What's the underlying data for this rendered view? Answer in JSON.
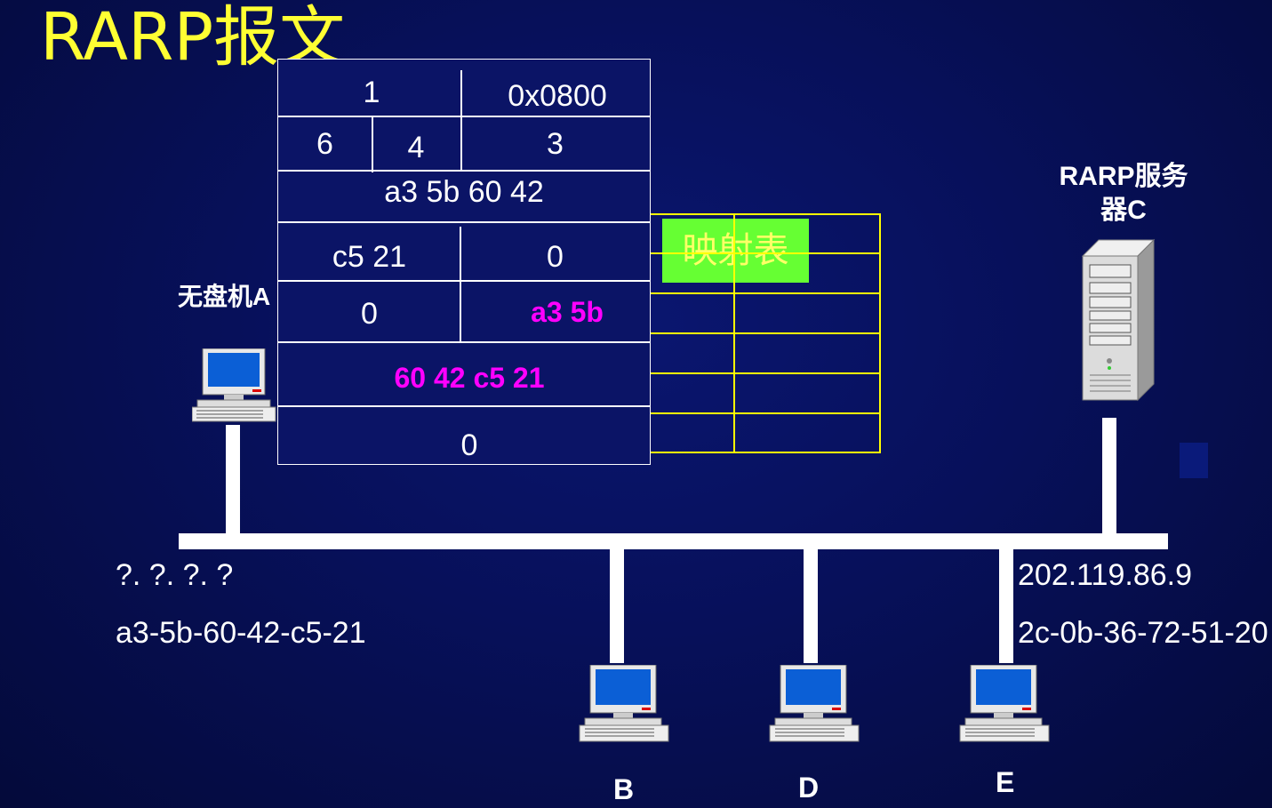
{
  "title": "RARP报文",
  "packet": {
    "r1_left": "1",
    "r1_right": "0x0800",
    "r2_a": "6",
    "r2_b": "4",
    "r2_c": "3",
    "r3": "a3 5b 60 42",
    "r4_left": "c5 21",
    "r4_right": "0",
    "r5_left": "0",
    "r5_right": "a3 5b",
    "r6": "60 42 c5 21",
    "r7": "0"
  },
  "mapping_table": {
    "label": "映射表"
  },
  "hosts": {
    "a_label": "无盘机A",
    "a_ip": "?. ?. ?. ?",
    "a_mac": "a3-5b-60-42-c5-21",
    "server_label_line1": "RARP服务",
    "server_label_line2": "器C",
    "server_ip": "202.119.86.9",
    "server_mac": "2c-0b-36-72-51-20",
    "b_label": "B",
    "d_label": "D",
    "e_label": "E"
  },
  "colors": {
    "background": "#07105a",
    "title": "#ffff33",
    "highlight": "#ff00ff",
    "grid": "#ffff00",
    "badge": "#66ff33"
  },
  "icons": [
    "desktop-computer-icon",
    "server-tower-icon"
  ]
}
